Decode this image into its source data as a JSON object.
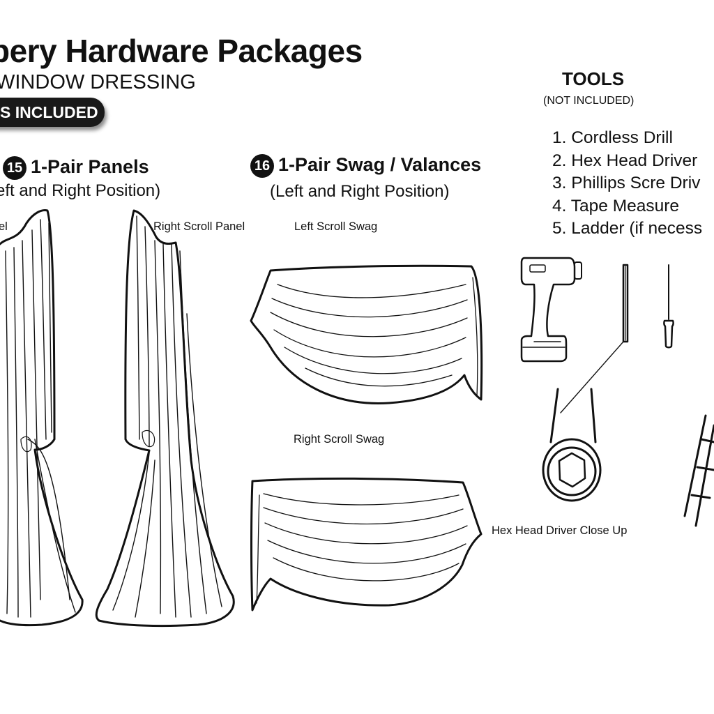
{
  "header": {
    "title": "pery Hardware Packages",
    "subtitle": "WINDOW DRESSING",
    "badge": "S INCLUDED"
  },
  "sections": [
    {
      "number": "15",
      "title": "1-Pair Panels",
      "subtitle": "eft and Right Position)"
    },
    {
      "number": "16",
      "title": "1-Pair Swag / Valances",
      "subtitle": "(Left and Right Position)"
    }
  ],
  "labels": {
    "left_panel": "el",
    "right_panel": "Right Scroll Panel",
    "left_swag": "Left Scroll Swag",
    "right_swag": "Right Scroll Swag",
    "hex_close_up": "Hex Head Driver Close Up"
  },
  "tools": {
    "title": "TOOLS",
    "note": "(NOT INCLUDED)",
    "items": [
      "1. Cordless Drill",
      "2. Hex Head Driver",
      "3. Phillips Scre Driv",
      "4. Tape Measure",
      "5. Ladder (if necess"
    ]
  },
  "icons": [
    "cordless-drill-icon",
    "hex-driver-icon",
    "phillips-screwdriver-icon",
    "hex-socket-closeup-icon",
    "ladder-icon"
  ]
}
